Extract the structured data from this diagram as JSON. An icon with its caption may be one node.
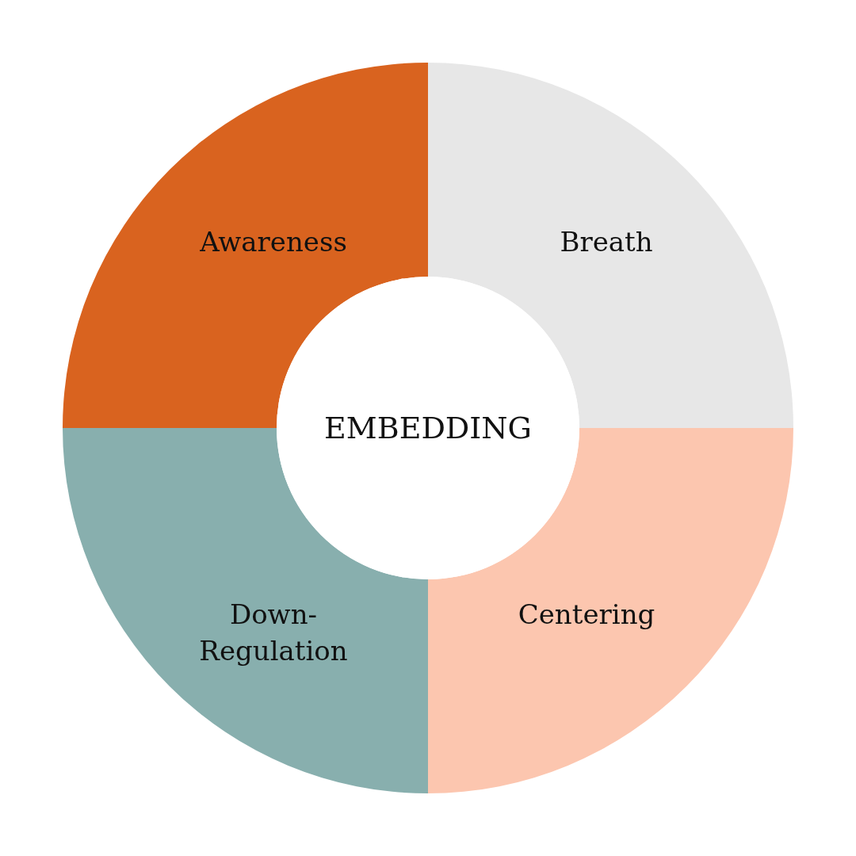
{
  "diagram": {
    "nodes": [
      {
        "text": [
          "Awareness"
        ]
      },
      {
        "text": [
          "Breath"
        ]
      },
      {
        "text": [
          "EMBEDDING"
        ]
      },
      {
        "text": [
          "Down-Regulation"
        ]
      },
      {
        "text": [
          "Centering"
        ]
      }
    ]
  }
}
